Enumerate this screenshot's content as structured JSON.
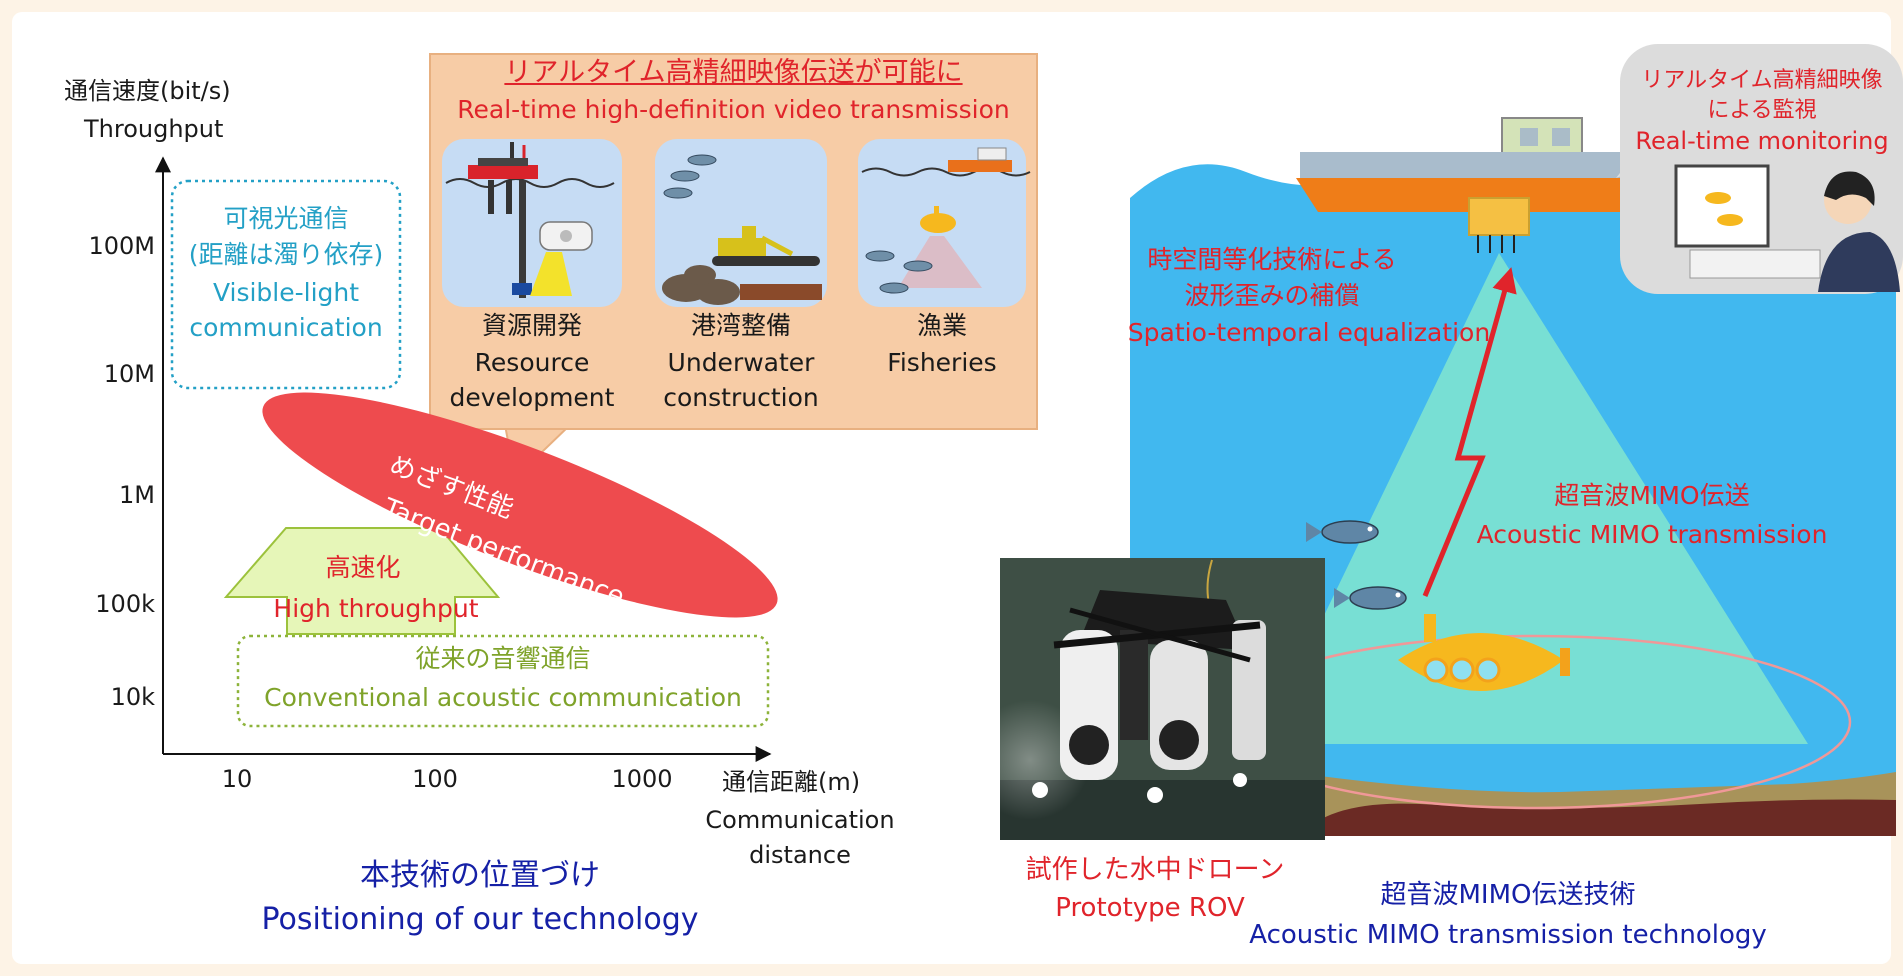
{
  "left": {
    "y_axis": {
      "jp": "通信速度(bit/s)",
      "en": "Throughput",
      "ticks": [
        "100M",
        "10M",
        "1M",
        "100k",
        "10k"
      ]
    },
    "x_axis": {
      "jp": "通信距離(m)",
      "en1": "Communication",
      "en2": "distance",
      "ticks": [
        "10",
        "100",
        "1000"
      ]
    },
    "visible_light": {
      "jp1": "可視光通信",
      "jp2": "(距離は濁り依存)",
      "en1": "Visible-light",
      "en2": "communication"
    },
    "target": {
      "jp": "めざす性能",
      "en": "Target performance"
    },
    "high_throughput": {
      "jp": "高速化",
      "en": "High throughput"
    },
    "conventional": {
      "jp": "従来の音響通信",
      "en": "Conventional acoustic communication"
    },
    "callout": {
      "jp": "リアルタイム高精細映像伝送が可能に",
      "en": "Real-time high-definition video transmission",
      "cards": [
        {
          "jp": "資源開発",
          "en1": "Resource",
          "en2": "development"
        },
        {
          "jp": "港湾整備",
          "en1": "Underwater",
          "en2": "construction"
        },
        {
          "jp": "漁業",
          "en1": "Fisheries",
          "en2": ""
        }
      ]
    },
    "caption": {
      "jp": "本技術の位置づけ",
      "en": "Positioning of our technology"
    }
  },
  "right": {
    "monitor": {
      "jp1": "リアルタイム高精細映像",
      "jp2": "による監視",
      "en": "Real-time monitoring"
    },
    "equalization": {
      "jp1": "時空間等化技術による",
      "jp2": "波形歪みの補償",
      "en": "Spatio-temporal equalization"
    },
    "mimo": {
      "jp": "超音波MIMO伝送",
      "en": "Acoustic MIMO transmission"
    },
    "rov": {
      "jp": "試作した水中ドローン",
      "en": "Prototype ROV"
    },
    "caption": {
      "jp": "超音波MIMO伝送技術",
      "en": "Acoustic MIMO transmission technology"
    }
  },
  "colors": {
    "red": "#e0242b",
    "blue": "#1520a6",
    "water": "#41b8ef",
    "beam": "#7ee3d0",
    "teal": "#23a0c6",
    "olive": "#7fa32a"
  }
}
